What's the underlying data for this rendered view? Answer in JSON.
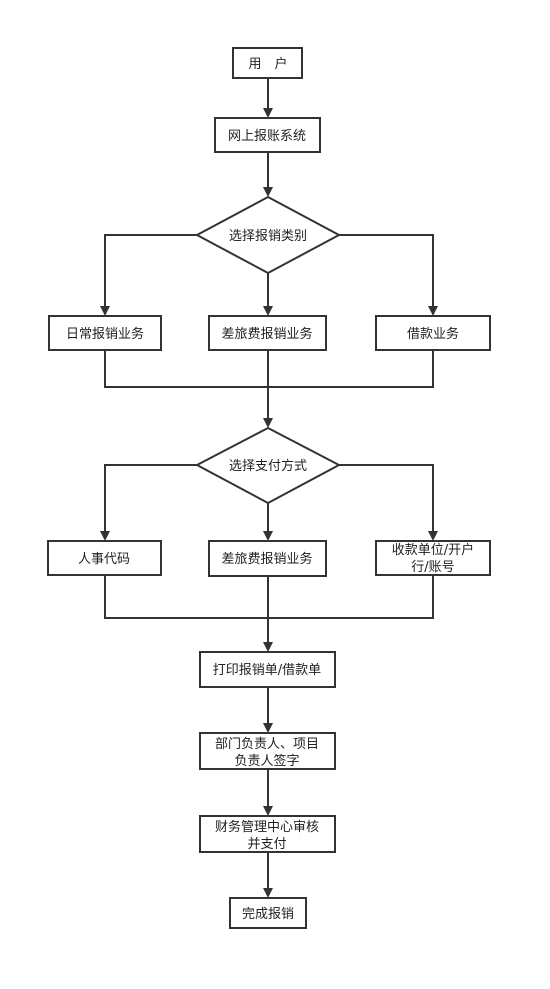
{
  "nodes": {
    "user": "用　户",
    "system": "网上报账系统",
    "choose_type": "选择报销类别",
    "daily": "日常报销业务",
    "travel_1": "差旅费报销业务",
    "loan": "借款业务",
    "choose_payment": "选择支付方式",
    "personnel": "人事代码",
    "travel_2": "差旅费报销业务",
    "payee_line1": "收款单位/开户",
    "payee_line2": "行/账号",
    "print": "打印报销单/借款单",
    "sign_line1": "部门负责人、项目",
    "sign_line2": "负责人签字",
    "finance_line1": "财务管理中心审核",
    "finance_line2": "并支付",
    "complete": "完成报销"
  },
  "colors": {
    "stroke": "#333333",
    "text": "#222222",
    "background": "#ffffff"
  }
}
